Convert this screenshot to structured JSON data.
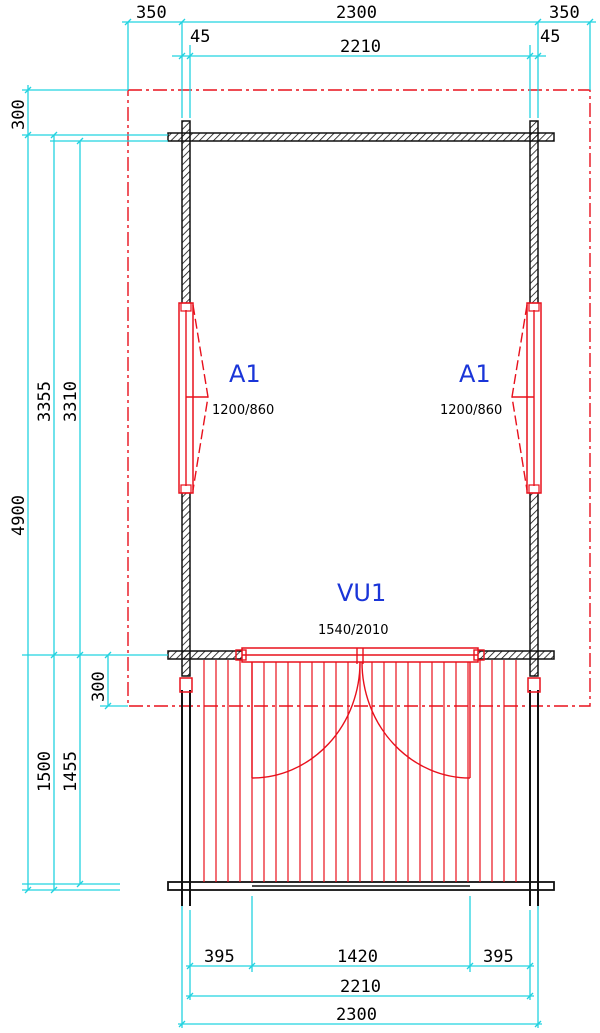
{
  "dimensions": {
    "top_left_overhang": "350",
    "top_total": "2300",
    "top_right_overhang": "350",
    "top_left_offset": "45",
    "top_inner": "2210",
    "top_right_offset": "45",
    "left_total": "4900",
    "left_top_overhang": "300",
    "left_room_outer": "3355",
    "left_room_inner": "3310",
    "left_front_overhang": "300",
    "left_terrace_outer": "1500",
    "left_terrace_inner": "1455",
    "bottom_left_side": "395",
    "bottom_door_width": "1420",
    "bottom_right_side": "395",
    "bottom_inner": "2210",
    "bottom_total": "2300"
  },
  "windows": {
    "left": {
      "label": "A1",
      "size": "1200/860"
    },
    "right": {
      "label": "A1",
      "size": "1200/860"
    }
  },
  "door": {
    "label": "VU1",
    "size": "1540/2010"
  },
  "colors": {
    "dimension_lines": "#22d3e0",
    "openings_and_roof": "#e8101c",
    "walls": "#111111",
    "labels": "#1a35d8"
  }
}
